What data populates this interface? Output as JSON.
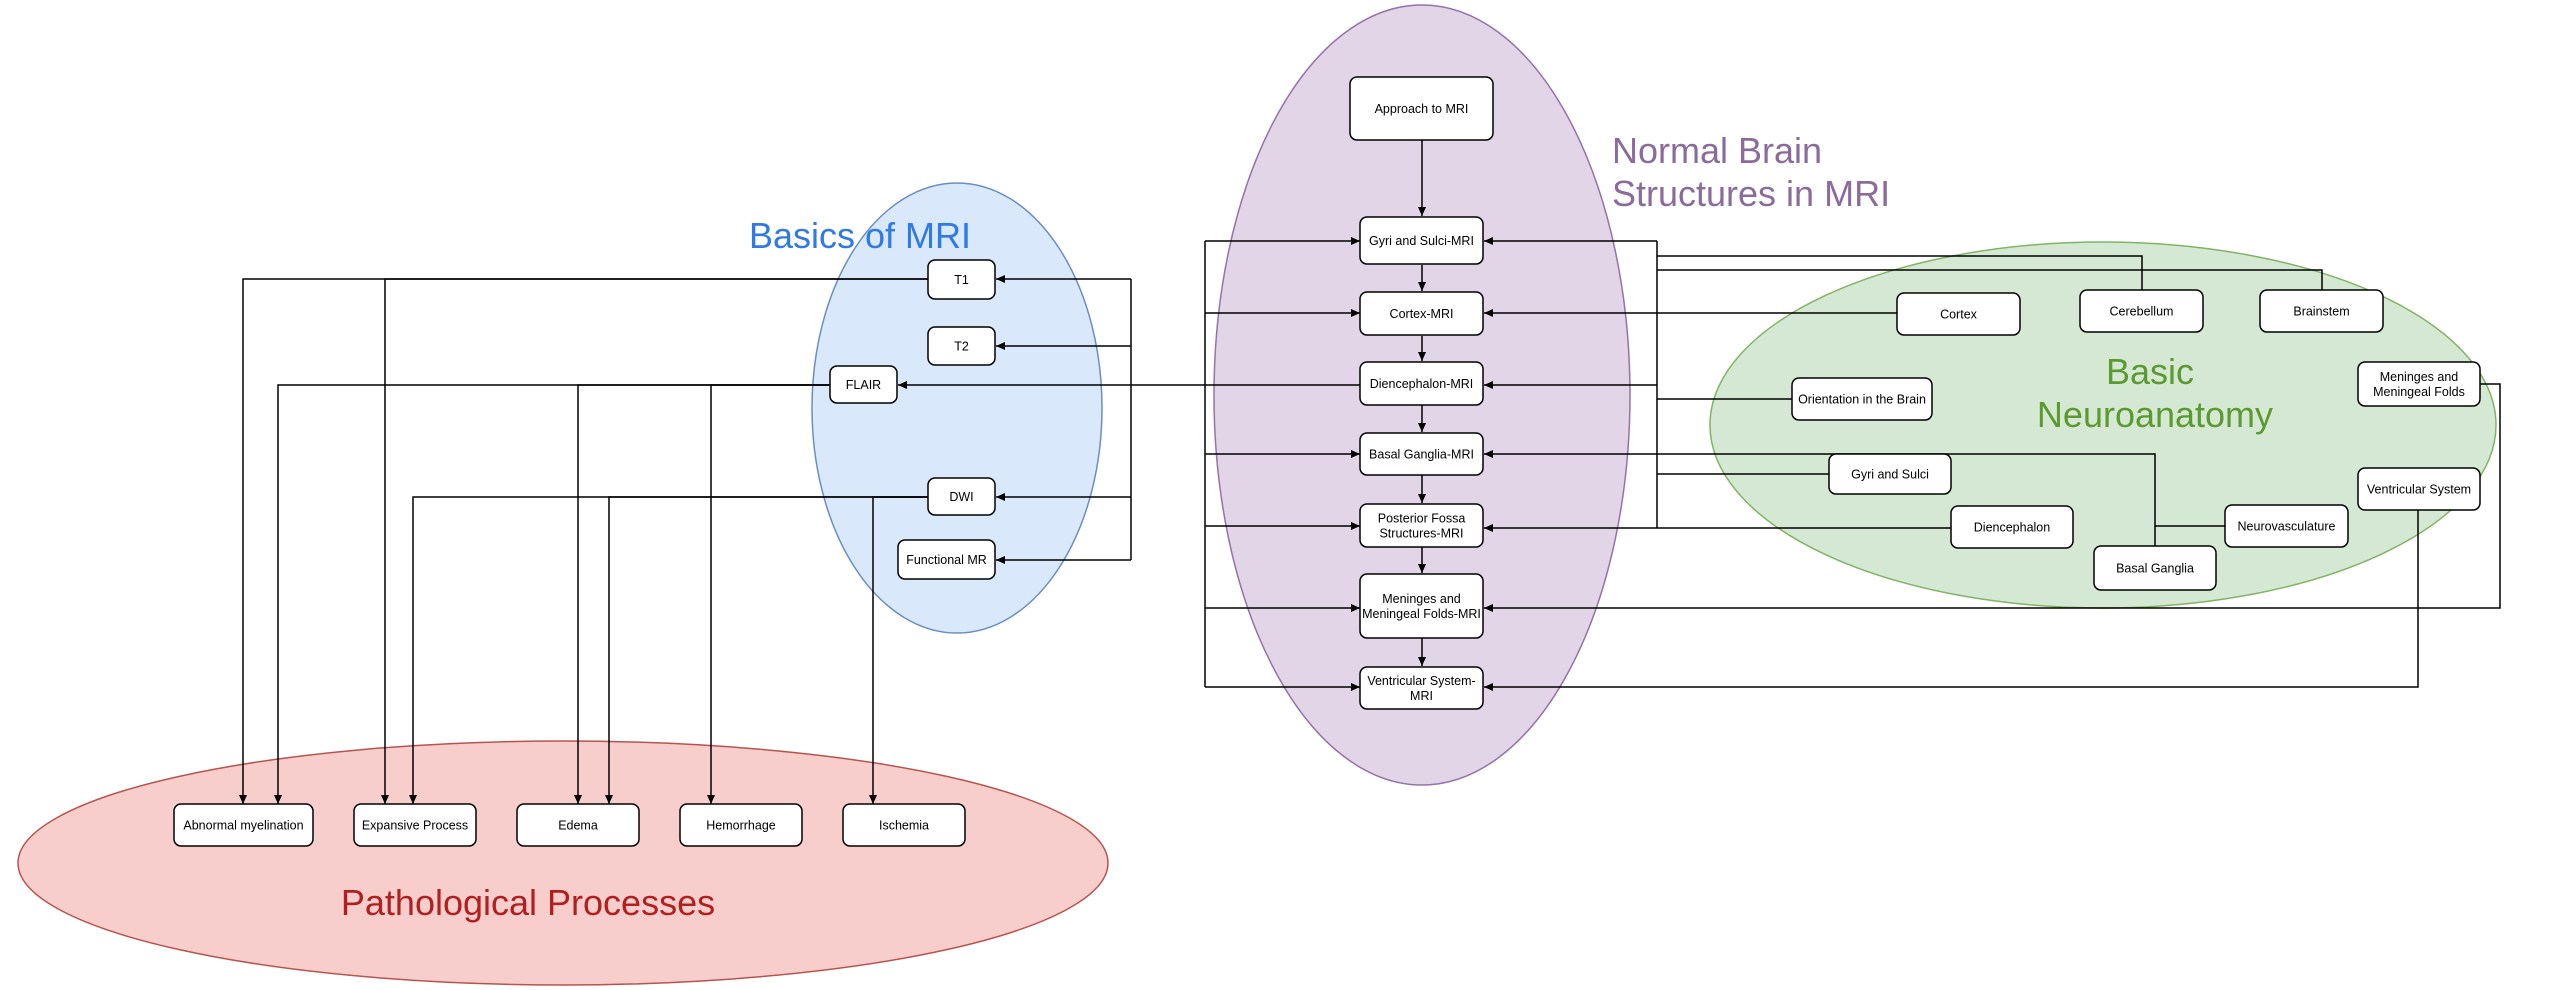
{
  "groups": {
    "basics_mri": {
      "title": "Basics of MRI",
      "color": "#2f7ae5",
      "fill": "#dae8fc",
      "stroke": "#6c8ebf"
    },
    "normal_brain": {
      "title_lines": [
        "Normal Brain",
        "Structures in MRI"
      ],
      "color": "#8a6b9c",
      "fill": "#e1d5e7",
      "stroke": "#9673a6"
    },
    "neuroanatomy": {
      "title_lines": [
        "Basic",
        "Neuroanatomy"
      ],
      "color": "#5b9a2e",
      "fill": "#d5e8d4",
      "stroke": "#82b366"
    },
    "pathological": {
      "title": "Pathological Processes",
      "color": "#b02020",
      "fill": "#f8cecc",
      "stroke": "#b85450"
    }
  },
  "nodes": {
    "approach": {
      "lines": [
        "Approach to MRI"
      ]
    },
    "gyri_mri": {
      "lines": [
        "Gyri and Sulci-MRI"
      ]
    },
    "cortex_mri": {
      "lines": [
        "Cortex-MRI"
      ]
    },
    "dien_mri": {
      "lines": [
        "Diencephalon-MRI"
      ]
    },
    "basal_mri": {
      "lines": [
        "Basal Ganglia-MRI"
      ]
    },
    "pf_mri": {
      "lines": [
        "Posterior Fossa",
        "Structures-MRI"
      ]
    },
    "men_mri": {
      "lines": [
        "Meninges and",
        "Meningeal Folds-MRI"
      ]
    },
    "vent_mri": {
      "lines": [
        "Ventricular System-",
        "MRI"
      ]
    },
    "t1": {
      "lines": [
        "T1"
      ]
    },
    "t2": {
      "lines": [
        "T2"
      ]
    },
    "flair": {
      "lines": [
        "FLAIR"
      ]
    },
    "dwi": {
      "lines": [
        "DWI"
      ]
    },
    "fmr": {
      "lines": [
        "Functional MR"
      ]
    },
    "cortex": {
      "lines": [
        "Cortex"
      ]
    },
    "cerebellum": {
      "lines": [
        "Cerebellum"
      ]
    },
    "brainstem": {
      "lines": [
        "Brainstem"
      ]
    },
    "orientation": {
      "lines": [
        "Orientation in the Brain"
      ]
    },
    "men": {
      "lines": [
        "Meninges and",
        "Meningeal Folds"
      ]
    },
    "gyri": {
      "lines": [
        "Gyri and Sulci"
      ]
    },
    "vent": {
      "lines": [
        "Ventricular System"
      ]
    },
    "dien": {
      "lines": [
        "Diencephalon"
      ]
    },
    "neurovasc": {
      "lines": [
        "Neurovasculature"
      ]
    },
    "basal": {
      "lines": [
        "Basal Ganglia"
      ]
    },
    "abn": {
      "lines": [
        "Abnormal myelination"
      ]
    },
    "exp": {
      "lines": [
        "Expansive Process"
      ]
    },
    "edema": {
      "lines": [
        "Edema"
      ]
    },
    "hem": {
      "lines": [
        "Hemorrhage"
      ]
    },
    "isch": {
      "lines": [
        "Ischemia"
      ]
    }
  }
}
